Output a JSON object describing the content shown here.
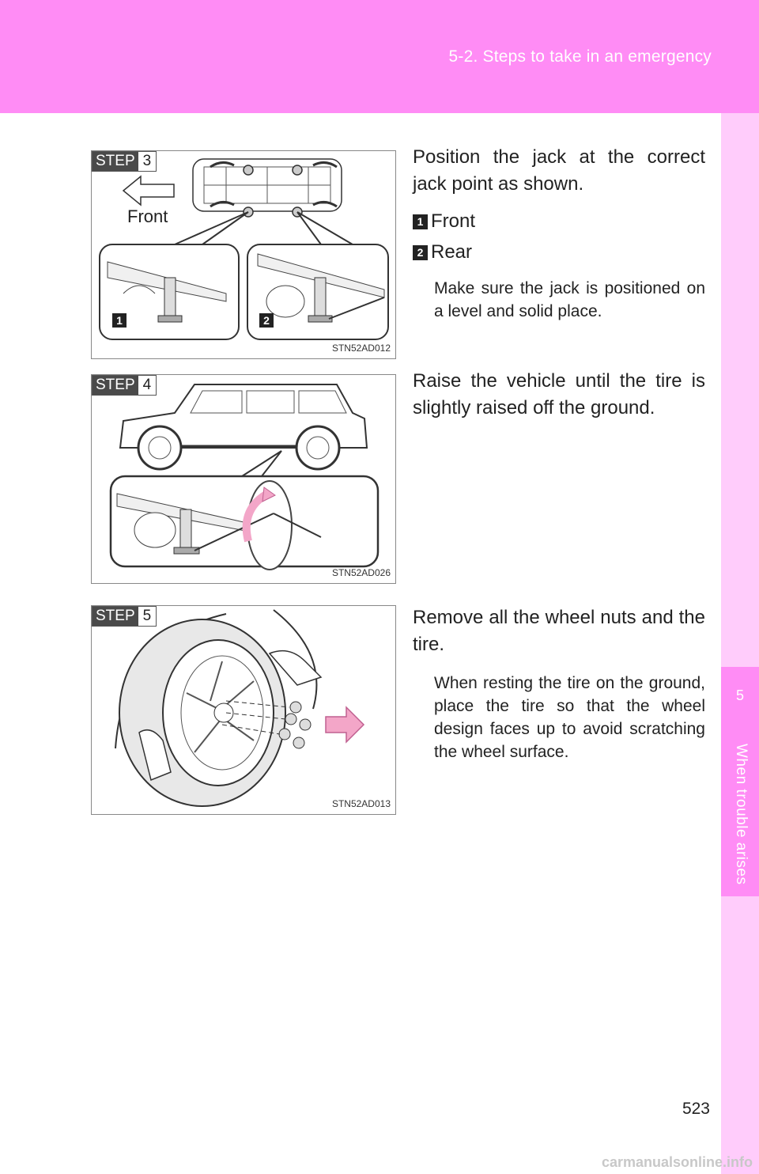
{
  "header": {
    "section": "5-2. Steps to take in an emergency"
  },
  "side_tab": {
    "chapter_number": "5",
    "chapter_title": "When trouble arises"
  },
  "steps": [
    {
      "badge_word": "STEP",
      "badge_num": "3",
      "figure_code": "STN52AD012",
      "figure_front_label": "Front",
      "callout_1": "1",
      "callout_2": "2",
      "text": "Position the jack at the correct jack point as shown.",
      "items": [
        {
          "num": "1",
          "label": "Front"
        },
        {
          "num": "2",
          "label": "Rear"
        }
      ],
      "note": "Make sure the jack is positioned on a level and solid place."
    },
    {
      "badge_word": "STEP",
      "badge_num": "4",
      "figure_code": "STN52AD026",
      "text": "Raise the vehicle until the tire is slightly raised off the ground."
    },
    {
      "badge_word": "STEP",
      "badge_num": "5",
      "figure_code": "STN52AD013",
      "text": "Remove all the wheel nuts and the tire.",
      "note": "When resting the tire on the ground, place the tire so that the wheel design faces up to avoid scratching the wheel surface."
    }
  ],
  "page_number": "523",
  "watermark": "carmanualsonline.info",
  "colors": {
    "header": "#ff8cf5",
    "side_tab": "#ffccfb",
    "arrow": "#f3a6c8"
  }
}
